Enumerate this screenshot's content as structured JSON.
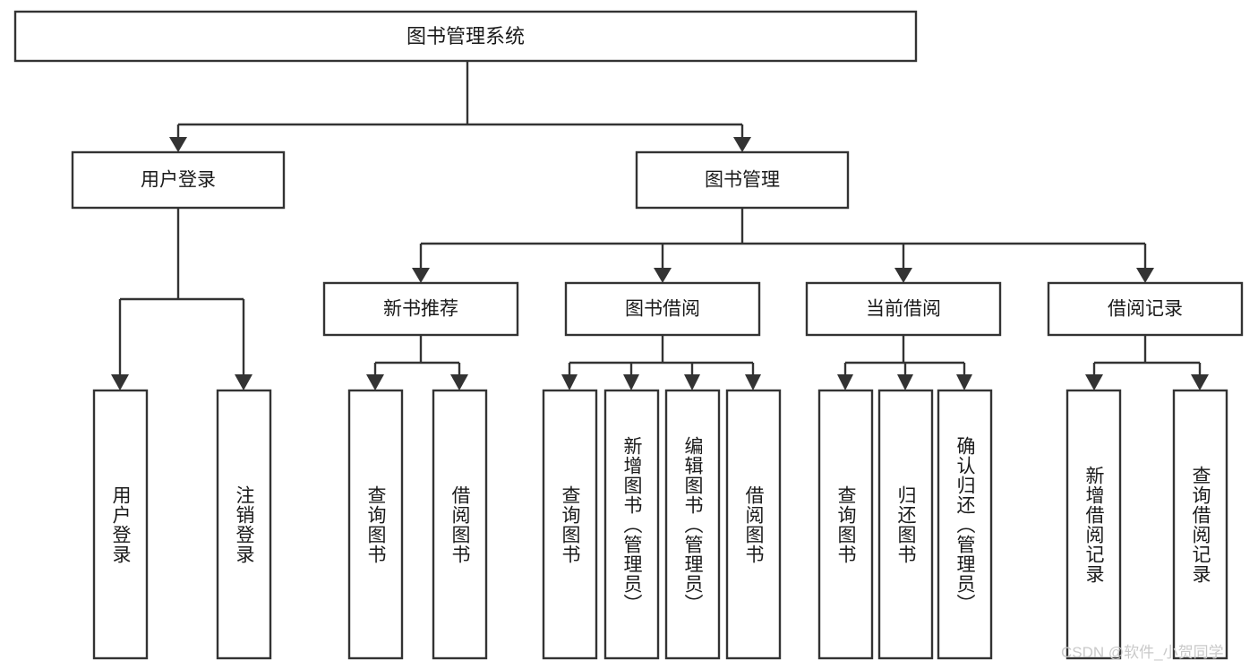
{
  "diagram": {
    "type": "tree-hierarchy",
    "title": "图书管理系统",
    "watermark": "CSDN @软件_小贺同学",
    "colors": {
      "box_stroke": "#333333",
      "box_fill": "#ffffff",
      "text": "#1a1a1a",
      "watermark": "#c9c9c9",
      "background": "#ffffff"
    },
    "levels": {
      "root": {
        "label": "图书管理系统"
      },
      "level2": [
        {
          "label": "用户登录"
        },
        {
          "label": "图书管理"
        }
      ],
      "level3": [
        {
          "label": "新书推荐"
        },
        {
          "label": "图书借阅"
        },
        {
          "label": "当前借阅"
        },
        {
          "label": "借阅记录"
        }
      ],
      "leaves": {
        "user_login": [
          {
            "label": "用户登录"
          },
          {
            "label": "注销登录"
          }
        ],
        "new_book_recommend": [
          {
            "label": "查询图书"
          },
          {
            "label": "借阅图书"
          }
        ],
        "book_borrow": [
          {
            "label": "查询图书"
          },
          {
            "label": "新增图书（管理员）"
          },
          {
            "label": "编辑图书（管理员）"
          },
          {
            "label": "借阅图书"
          }
        ],
        "current_borrow": [
          {
            "label": "查询图书"
          },
          {
            "label": "归还图书"
          },
          {
            "label": "确认归还（管理员）"
          }
        ],
        "borrow_record": [
          {
            "label": "新增借阅记录"
          },
          {
            "label": "查询借阅记录"
          }
        ]
      }
    }
  }
}
